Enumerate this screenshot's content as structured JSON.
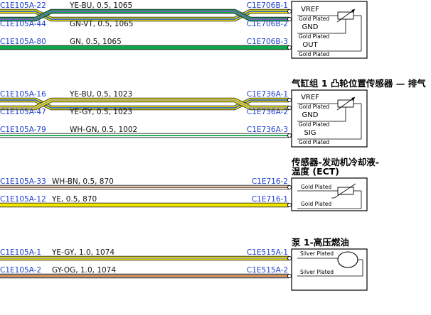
{
  "colors": {
    "YE": "#f2e600",
    "BU": "#2a62d8",
    "GN": "#0aa84a",
    "VT": "#8a55c8",
    "GY": "#9a9a9a",
    "WH": "#ffffff",
    "BN": "#8a5a2b",
    "OG": "#f08a3c",
    "connector_text": "#1f3fd0"
  },
  "components": [
    {
      "title": "",
      "title2": "",
      "pins": [
        {
          "label": "VREF",
          "plating": "Gold Plated"
        },
        {
          "label": "GND",
          "plating": "Gold Plated"
        },
        {
          "label": "OUT",
          "plating": "Gold Plated"
        }
      ],
      "wires": [
        {
          "left": "C1E105A-22",
          "spec": "YE-BU, 0.5, 1065",
          "right": "C1E706B-1"
        },
        {
          "left": "C1E105A-44",
          "spec": "GN-VT, 0.5, 1065",
          "right": "C1E706B-2"
        },
        {
          "left": "C1E105A-80",
          "spec": "GN, 0.5, 1065",
          "right": "C1E706B-3"
        }
      ]
    },
    {
      "title": "气缸组 1 凸轮位置传感器 — 排气",
      "title2": "",
      "pins": [
        {
          "label": "VREF",
          "plating": "Gold Plated"
        },
        {
          "label": "GND",
          "plating": "Gold Plated"
        },
        {
          "label": "SIG",
          "plating": "Gold Plated"
        }
      ],
      "wires": [
        {
          "left": "C1E105A-16",
          "spec": "YE-BU, 0.5, 1023",
          "right": "C1E736A-1"
        },
        {
          "left": "C1E105A-47",
          "spec": "YE-GY, 0.5, 1023",
          "right": "C1E736A-2"
        },
        {
          "left": "C1E105A-79",
          "spec": "WH-GN, 0.5, 1002",
          "right": "C1E736A-3"
        }
      ]
    },
    {
      "title": "传感器-发动机冷却液-",
      "title2": "温度 (ECT)",
      "pins": [
        {
          "label": "",
          "plating": "Gold Plated"
        },
        {
          "label": "",
          "plating": "Gold Plated"
        }
      ],
      "wires": [
        {
          "left": "C1E105A-33",
          "spec": "WH-BN, 0.5, 870",
          "right": "C1E716-2"
        },
        {
          "left": "C1E105A-12",
          "spec": "YE, 0.5, 870",
          "right": "C1E716-1"
        }
      ]
    },
    {
      "title": "泵 1-高压燃油",
      "title2": "",
      "pins": [
        {
          "label": "",
          "plating": "Silver Plated"
        },
        {
          "label": "",
          "plating": "Silver Plated"
        }
      ],
      "wires": [
        {
          "left": "C1E105A-1",
          "spec": "YE-GY, 1.0, 1074",
          "right": "C1E515A-1"
        },
        {
          "left": "C1E105A-2",
          "spec": "GY-OG, 1.0, 1074",
          "right": "C1E515A-2"
        }
      ]
    }
  ]
}
